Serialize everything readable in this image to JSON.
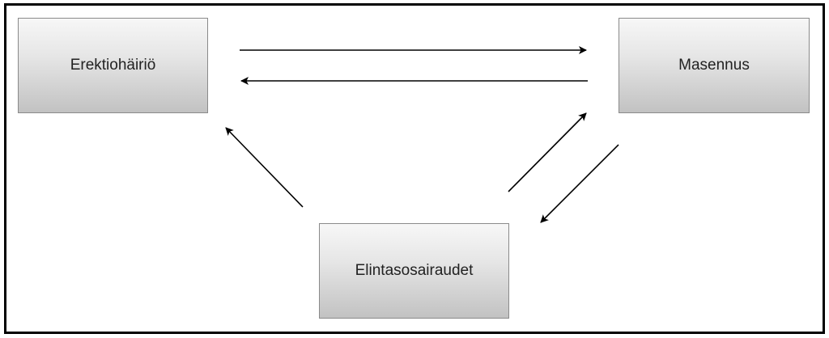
{
  "diagram": {
    "nodes": {
      "erektio": {
        "label": "Erektiohäiriö"
      },
      "masennus": {
        "label": "Masennus"
      },
      "elintaso": {
        "label": "Elintasosairaudet"
      }
    },
    "edges": [
      {
        "from": "Erektiohäiriö",
        "to": "Masennus"
      },
      {
        "from": "Masennus",
        "to": "Erektiohäiriö"
      },
      {
        "from": "Elintasosairaudet",
        "to": "Erektiohäiriö"
      },
      {
        "from": "Elintasosairaudet",
        "to": "Masennus"
      },
      {
        "from": "Masennus",
        "to": "Elintasosairaudet"
      }
    ],
    "colors": {
      "border": "#000000",
      "node_border": "#8a8a8a",
      "gradient_top": "#f7f7f7",
      "gradient_bottom": "#c2c2c2",
      "arrow": "#000000"
    }
  }
}
